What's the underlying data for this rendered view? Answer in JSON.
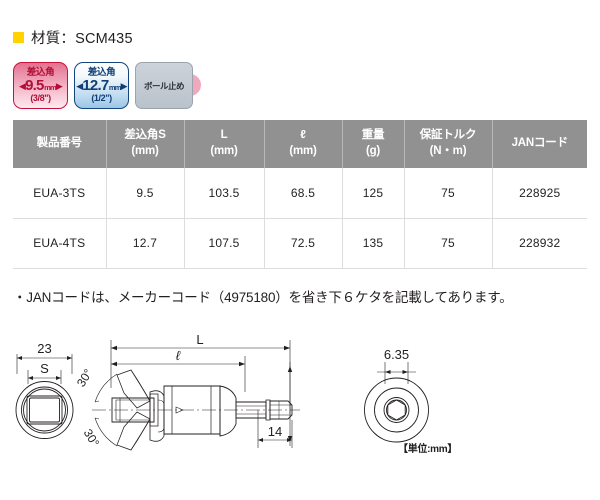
{
  "heading": {
    "bullet_color": "#ffd200",
    "text": "材質：SCM435"
  },
  "badges": [
    {
      "name": "drive-size-9p5",
      "line1": "差込角",
      "value": "9.5",
      "unit": "mm",
      "line3": "(3/8\")",
      "border_color": "#c8123c",
      "text_color": "#b20f37",
      "arrow_left": "◀",
      "arrow_right": "▶"
    },
    {
      "name": "drive-size-12p7",
      "line1": "差込角",
      "value": "12.7",
      "unit": "mm",
      "line3": "(1/2\")",
      "border_color": "#14457f",
      "text_color": "#103f77",
      "arrow_left": "◀",
      "arrow_right": "▶"
    },
    {
      "name": "ball-stop",
      "label": "ボール止め",
      "border_color": "#9aa3ab",
      "circle_color": "#f0a8bc"
    }
  ],
  "table": {
    "header_bg": "#919191",
    "headers": [
      {
        "line1": "製品番号",
        "line2": ""
      },
      {
        "line1": "差込角S",
        "line2": "(mm)"
      },
      {
        "line1": "L",
        "line2": "(mm)"
      },
      {
        "line1": "ℓ",
        "line2": "(mm)"
      },
      {
        "line1": "重量",
        "line2": "(g)"
      },
      {
        "line1": "保証トルク",
        "line2": "(N・m)"
      },
      {
        "line1": "JANコード",
        "line2": ""
      }
    ],
    "rows": [
      {
        "model": "EUA-3TS",
        "drive_s": "9.5",
        "length_L": "103.5",
        "length_l": "68.5",
        "weight": "125",
        "torque": "75",
        "jan": "228925"
      },
      {
        "model": "EUA-4TS",
        "drive_s": "12.7",
        "length_L": "107.5",
        "length_l": "72.5",
        "weight": "135",
        "torque": "75",
        "jan": "228932"
      }
    ]
  },
  "note": "・JANコードは、メーカーコード（4975180）を省き下６ケタを記載してあります。",
  "drawing": {
    "labels": {
      "outer_dia": "23",
      "drive_square": "S",
      "total_length": "L",
      "socket_length": "ℓ",
      "angle_upper": "30°",
      "angle_lower": "30°",
      "hex_length": "14",
      "hex_across": "6.35"
    },
    "unit_note": "【単位:mm】"
  }
}
